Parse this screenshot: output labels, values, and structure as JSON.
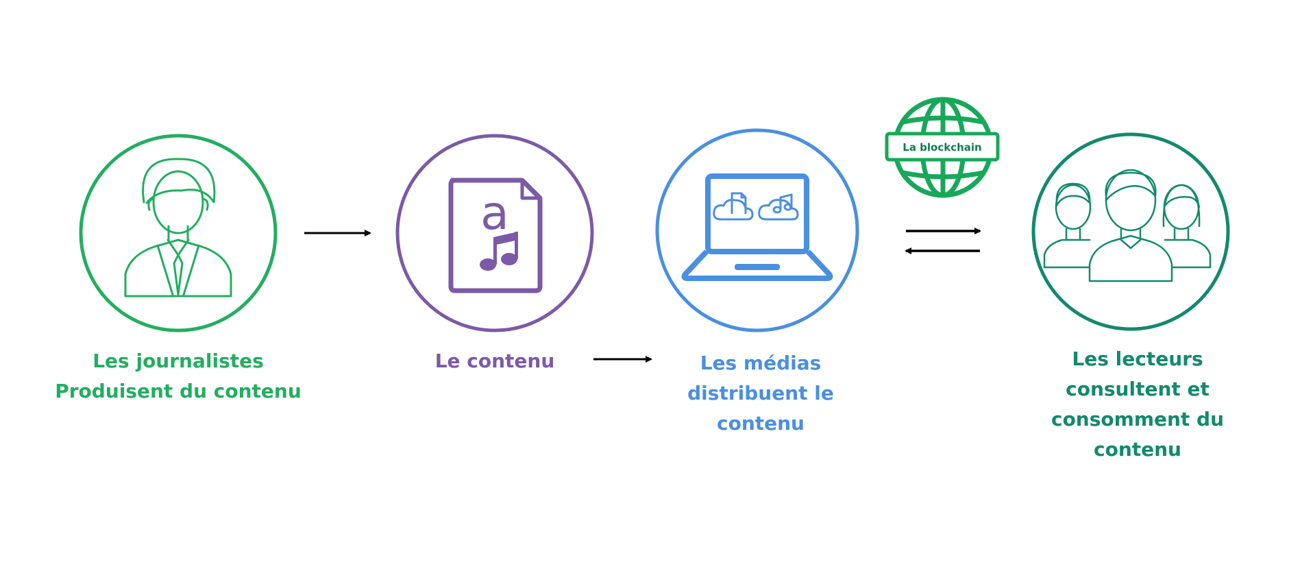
{
  "colors": {
    "journalists": "#22ae60",
    "content": "#7b5aa6",
    "media": "#4a8fe0",
    "readers": "#128a6c",
    "arrows": "#000000",
    "blockchain": "#17a85a",
    "blockchain_text": "#0c7e50"
  },
  "nodes": {
    "journalists": {
      "icon": "journalist-icon",
      "label": "Les journalistes\nProduisent du contenu"
    },
    "content": {
      "icon": "content-document-icon",
      "letter": "a",
      "label": "Le contenu"
    },
    "media": {
      "icon": "laptop-icon",
      "label": "Les médias\ndistribuent le\ncontenu"
    },
    "readers": {
      "icon": "readers-group-icon",
      "label": "Les lecteurs\nconsultent et\nconsomment du\ncontenu"
    }
  },
  "blockchain": {
    "icon": "globe-icon",
    "label": "La blockchain"
  },
  "connectors": [
    {
      "from": "journalists",
      "to": "content",
      "icon": "arrow-right-icon"
    },
    {
      "from": "content",
      "to": "media",
      "icon": "arrow-right-icon"
    },
    {
      "from": "media",
      "to": "readers",
      "icon": "arrow-right-icon"
    },
    {
      "from": "readers",
      "to": "media",
      "icon": "arrow-left-icon"
    }
  ]
}
